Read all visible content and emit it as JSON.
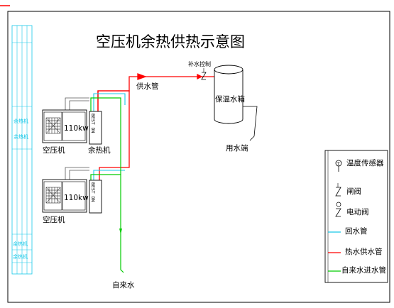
{
  "diagram": {
    "title": "空压机余热供热示意图",
    "tank_label": "保温水箱",
    "makeup_label": "补水控制",
    "supply_label": "供水管",
    "enduse_label": "用水端",
    "tapwater_label": "自来水",
    "unit1": {
      "compressor_label": "空压机",
      "power": "110kw",
      "recovery_label": "余热机",
      "recovery_text": "BEST DN"
    },
    "unit2": {
      "compressor_label": "空压机",
      "power": "110kw",
      "recovery_text": "BEST DN"
    },
    "legend": {
      "sensor": "温度传感器",
      "valve": "闸阀",
      "motor_valve": "电动阀",
      "return_pipe": "回水管",
      "hot_pipe": "热水供水管",
      "tap_pipe": "自来水进水管"
    },
    "sidebar": {
      "label1": "余热机",
      "label2": "余热机",
      "label3": "余热机",
      "label4": "余热机"
    },
    "colors": {
      "hot_pipe": "#ff0000",
      "tap_pipe": "#00cc00",
      "return_pipe": "#18c8e8",
      "frame": "#000000",
      "corner_mark": "#ff0000"
    }
  }
}
